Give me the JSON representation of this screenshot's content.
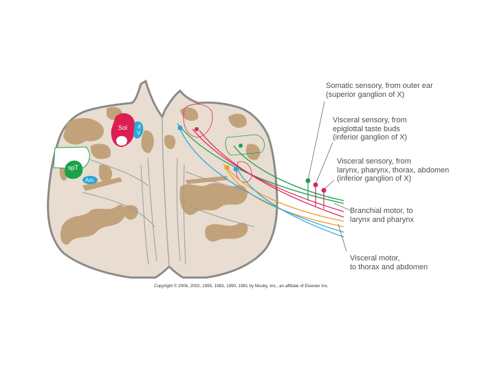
{
  "nuclei": {
    "sol": "Sol",
    "v_top": "d",
    "v_bottom": "V",
    "spt": "spT",
    "am": "Am"
  },
  "labels": {
    "somatic_sensory": [
      "Somatic sensory, from outer ear",
      "(superior ganglion of X)"
    ],
    "visceral_sensory_taste": [
      "Visceral sensory, from",
      "epiglottal taste buds",
      "(inferior ganglion of X)"
    ],
    "visceral_sensory_organs": [
      "Visceral sensory, from",
      "larynx, pharynx, thorax, abdomen",
      "(inferior ganglion of X)"
    ],
    "branchial_motor": [
      "Branchial motor, to",
      "larynx and pharynx"
    ],
    "visceral_motor": [
      "Visceral motor,",
      "to thorax and abdomen"
    ]
  },
  "copyright": "Copyright © 2006, 2002, 1995, 1983, 1990, 1981 by Mosby, Inc., an affiliate of Elsevier Inc.",
  "colors": {
    "tissue": "#e8ddd0",
    "tissue_outline": "#8a8a8a",
    "gray_matter": "#c2a27a",
    "somatic_sensory": "#1aa24a",
    "visceral_sensory": "#d6265a",
    "branchial_motor": "#f39a2d",
    "visceral_motor": "#2aa6d8",
    "sol": "#dc1f53",
    "spt": "#1aa24a",
    "v_nucleus": "#2aa6d8",
    "am": "#2aa6d8"
  }
}
